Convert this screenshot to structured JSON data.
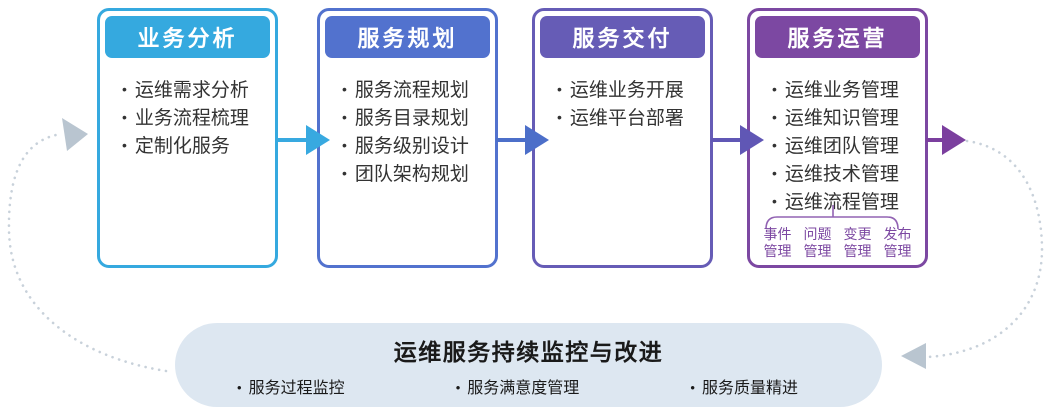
{
  "colors": {
    "stage1": "#35A9DF",
    "stage2": "#5272CE",
    "stage3": "#665CB6",
    "stage4": "#7C48A2",
    "arrow1": "#38A9E0",
    "arrow2": "#4C6FC9",
    "arrow3": "#6057B5",
    "arrow4": "#7B3F9E",
    "footer_bg": "#DDE7F1",
    "dotted_line": "#C8D1DA",
    "gray_arrowhead": "#B9C5D0",
    "bracket": "#9263B3",
    "item_text": "#333333",
    "footer_text": "#1A1A1A"
  },
  "stages": [
    {
      "title": "业务分析",
      "color": "#35A9DF",
      "arrow_color": "#38A9E0",
      "items": [
        "运维需求分析",
        "业务流程梳理",
        "定制化服务"
      ]
    },
    {
      "title": "服务规划",
      "color": "#5272CE",
      "arrow_color": "#4C6FC9",
      "items": [
        "服务流程规划",
        "服务目录规划",
        "服务级别设计",
        "团队架构规划"
      ]
    },
    {
      "title": "服务交付",
      "color": "#665CB6",
      "arrow_color": "#6057B5",
      "items": [
        "运维业务开展",
        "运维平台部署"
      ]
    },
    {
      "title": "服务运营",
      "color": "#7C48A2",
      "arrow_color": "#7B3F9E",
      "items": [
        "运维业务管理",
        "运维知识管理",
        "运维团队管理",
        "运维技术管理",
        "运维流程管理"
      ]
    }
  ],
  "stage4_sub_items": [
    {
      "top": "事件",
      "bottom": "管理"
    },
    {
      "top": "问题",
      "bottom": "管理"
    },
    {
      "top": "变更",
      "bottom": "管理"
    },
    {
      "top": "发布",
      "bottom": "管理"
    }
  ],
  "footer": {
    "title": "运维服务持续监控与改进",
    "items": [
      "服务过程监控",
      "服务满意度管理",
      "服务质量精进"
    ]
  }
}
